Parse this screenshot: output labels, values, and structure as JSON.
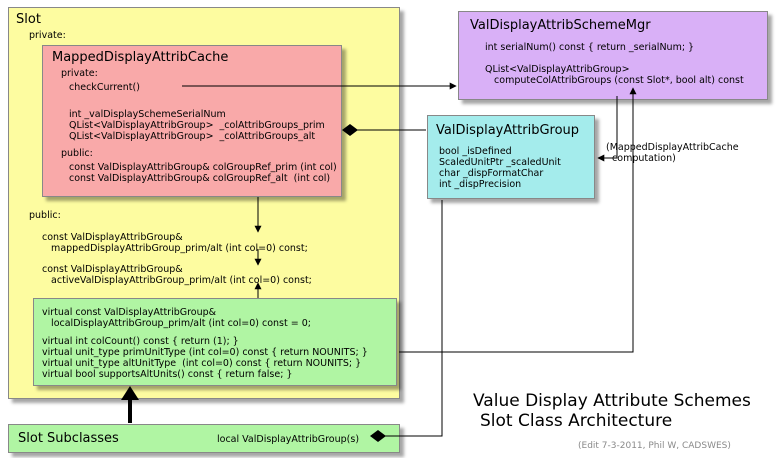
{
  "slot": {
    "title": "Slot",
    "private_label": "private:",
    "public_label": "public:",
    "public_lines": [
      "const ValDisplayAttribGroup&",
      "   mappedDisplayAttribGroup_prim/alt (int col=0) const;",
      "const ValDisplayAttribGroup&",
      "   activeValDisplayAttribGroup_prim/alt (int col=0) const;"
    ]
  },
  "cache": {
    "title": "MappedDisplayAttribCache",
    "private_label": "private:",
    "check_current": "checkCurrent()",
    "private_members": [
      "int _valDisplaySchemeSerialNum",
      "QList<ValDisplayAttribGroup>  _colAttribGroups_prim",
      "QList<ValDisplayAttribGroup>  _colAttribGroups_alt"
    ],
    "public_label": "public:",
    "public_members": [
      "const ValDisplayAttribGroup& colGroupRef_prim (int col)",
      "const ValDisplayAttribGroup& colGroupRef_alt  (int col)"
    ]
  },
  "virtuals": {
    "lines_a": [
      "virtual const ValDisplayAttribGroup&",
      "   localDisplayAttribGroup_prim/alt (int col=0) const = 0;"
    ],
    "lines_b": [
      "virtual int colCount() const { return (1); }",
      "virtual unit_type primUnitType (int col=0) const { return NOUNITS; }",
      "virtual unit_type altUnitType  (int col=0) const { return NOUNITS; }",
      "virtual bool supportsAltUnits() const { return false; }"
    ]
  },
  "subclasses": {
    "title": "Slot Subclasses",
    "member": "local ValDisplayAttribGroup(s)"
  },
  "mgr": {
    "title": "ValDisplayAttribSchemeMgr",
    "serial": "int serialNum() const { return _serialNum; }",
    "compute_lines": [
      "QList<ValDisplayAttribGroup>",
      "   computeColAttribGroups (const Slot*, bool alt) const"
    ]
  },
  "group": {
    "title": "ValDisplayAttribGroup",
    "members": [
      "bool _isDefined",
      "ScaledUnitPtr _scaledUnit",
      "char _dispFormatChar",
      "int _dispPrecision"
    ]
  },
  "side_note": [
    "(MappedDisplayAttribCache",
    "  computation)"
  ],
  "caption": [
    "Value Display Attribute Schemes",
    "Slot Class Architecture"
  ],
  "credit": "(Edit 7-3-2011, Phil W, CADSWES)",
  "colors": {
    "slot": "#fdfca0",
    "cache": "#f9a9a9",
    "virtuals": "#b0f5a3",
    "mgr": "#d9b0f7",
    "group": "#a4ecec"
  }
}
